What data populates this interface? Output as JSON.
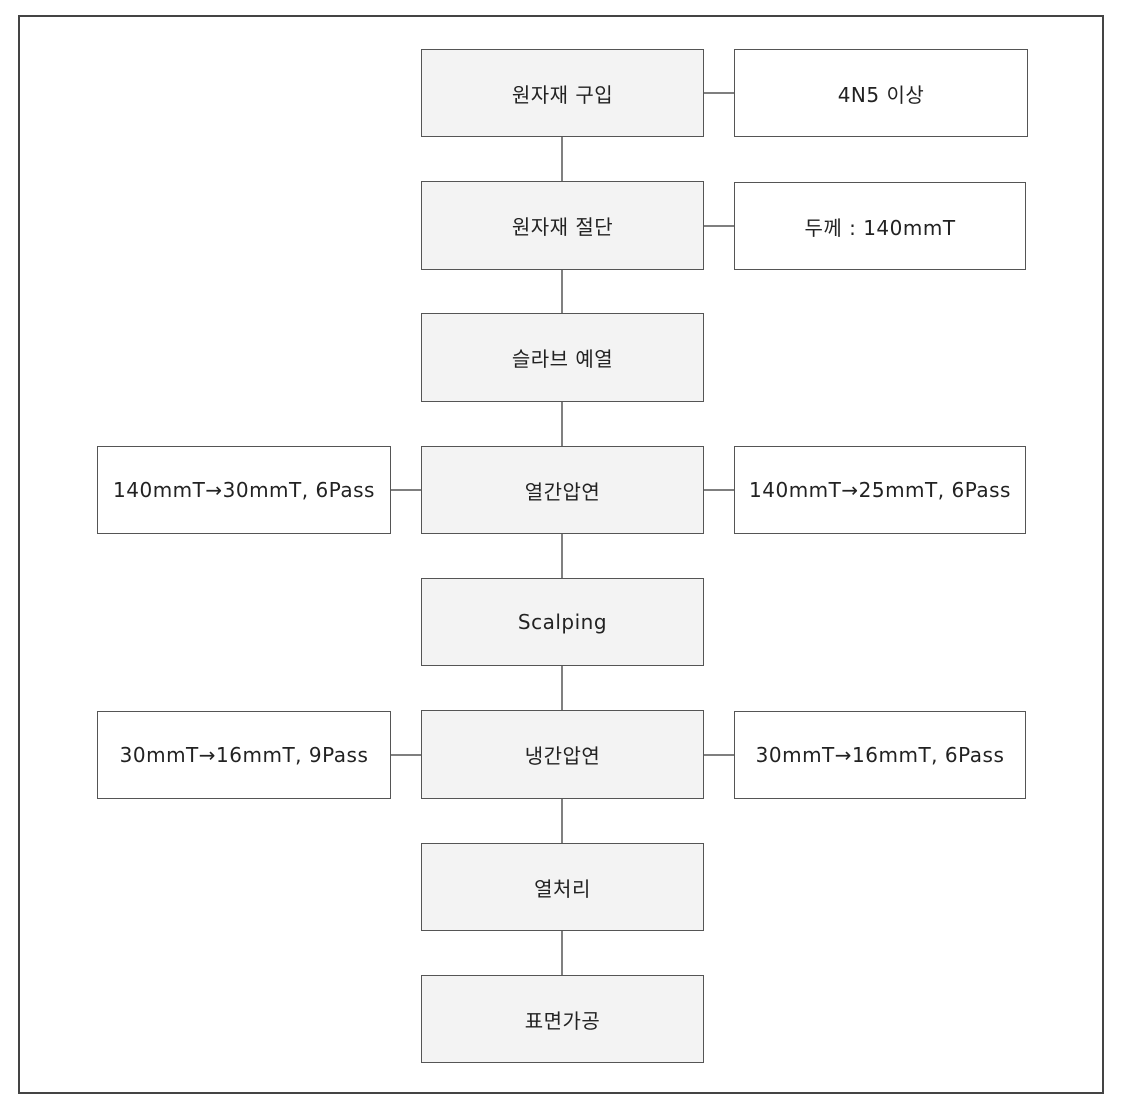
{
  "diagram": {
    "steps": [
      {
        "label": "원자재 구입"
      },
      {
        "label": "원자재 절단"
      },
      {
        "label": "슬라브 예열"
      },
      {
        "label": "열간압연"
      },
      {
        "label": "Scalping"
      },
      {
        "label": "냉간압연"
      },
      {
        "label": "열처리"
      },
      {
        "label": "표면가공"
      }
    ],
    "notes": {
      "purchase_right": "4N5 이상",
      "cutting_right": "두께 : 140mmT",
      "hot_rolling_left": "140mmT→30mmT, 6Pass",
      "hot_rolling_right": "140mmT→25mmT, 6Pass",
      "cold_rolling_left": "30mmT→16mmT, 9Pass",
      "cold_rolling_right": "30mmT→16mmT, 6Pass"
    }
  }
}
